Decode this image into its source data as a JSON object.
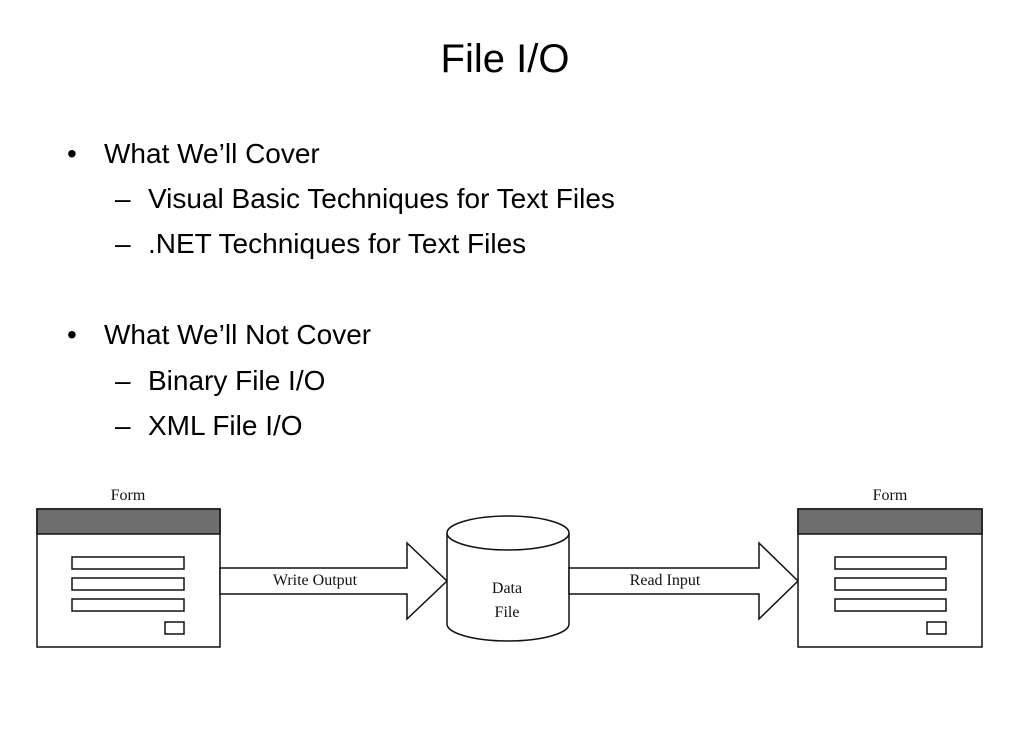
{
  "slide": {
    "title": "File I/O",
    "bullets": [
      {
        "marker": "•",
        "text": "What We’ll Cover",
        "subitems": [
          {
            "marker": "–",
            "text": "Visual Basic Techniques for Text Files"
          },
          {
            "marker": "–",
            "text": ".NET Techniques for Text Files"
          }
        ]
      },
      {
        "marker": "•",
        "text": "What We’ll Not Cover",
        "subitems": [
          {
            "marker": "–",
            "text": "Binary File I/O"
          },
          {
            "marker": "–",
            "text": "XML File I/O"
          }
        ]
      }
    ]
  },
  "diagram": {
    "left_form_label": "Form",
    "right_form_label": "Form",
    "write_arrow_label": "Write Output",
    "read_arrow_label": "Read Input",
    "data_file_line1": "Data",
    "data_file_line2": "File",
    "colors": {
      "form_title_bar": "#6e6e6e",
      "stroke": "#111111"
    }
  }
}
